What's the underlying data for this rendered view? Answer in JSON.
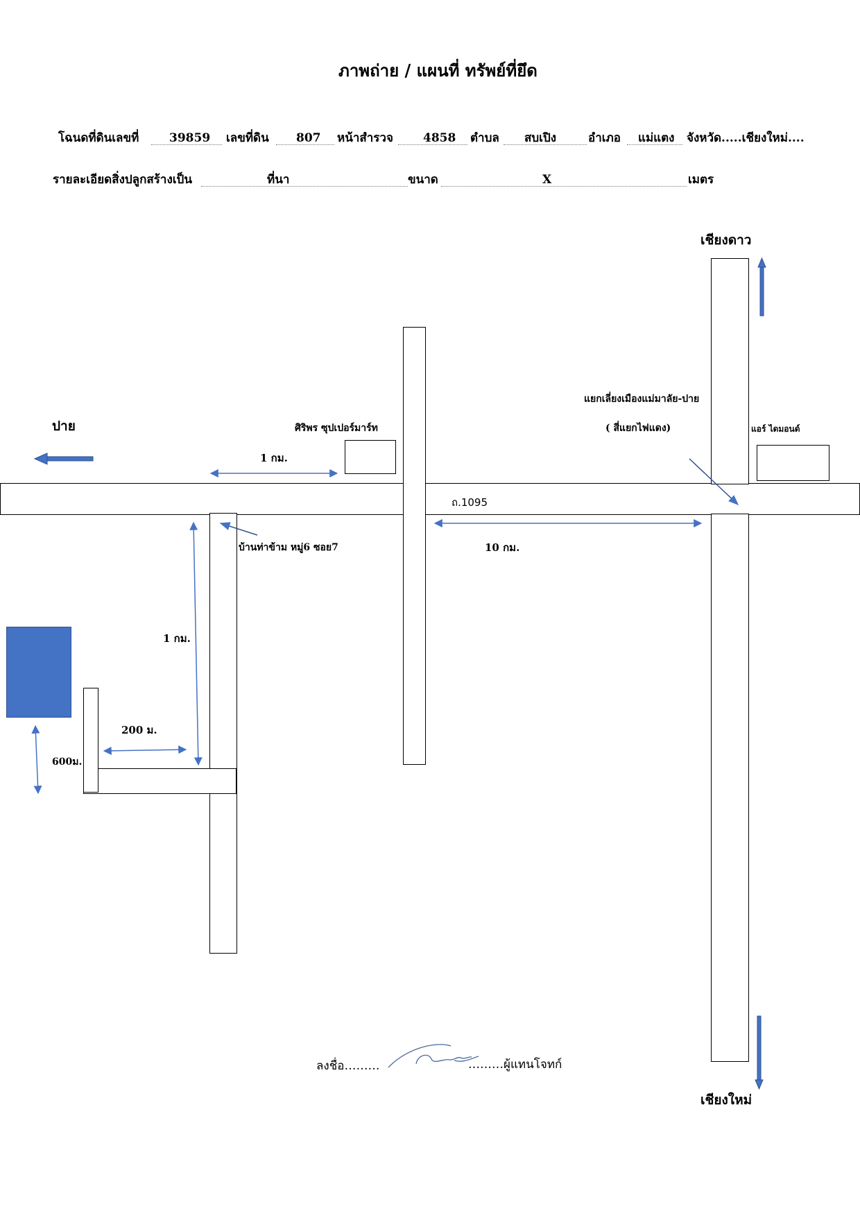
{
  "title": "ภาพถ่าย / แผนที่ ทรัพย์ที่ยึด",
  "deed": {
    "label_deed_no": "โฉนดที่ดินเลขที่",
    "deed_no": "39859",
    "label_land_no": "เลขที่ดิน",
    "land_no": "807",
    "label_survey": "หน้าสำรวจ",
    "survey_no": "4858",
    "label_subdistrict": "ตำบล",
    "subdistrict": "สบเปิง",
    "label_district": "อำเภอ",
    "district": "แม่แตง",
    "province": "จังหวัด.....เชียงใหม่...."
  },
  "details": {
    "label": "รายละเอียดสิ่งปลูกสร้างเป็น",
    "value": "ที่นา",
    "size_label": "ขนาด",
    "size_x": "X",
    "unit": "เมตร"
  },
  "places": {
    "chiang_dao": "เชียงดาว",
    "pai": "ปาย",
    "chiang_mai": "เชียงใหม่",
    "siriporn": "ศิริพร ซุปเปอร์มาร์ท",
    "junction": "แยกเลี่ยงเมืองแม่มาลัย-ปาย",
    "traffic_light": "( สี่แยกไฟแดง)",
    "air_diamond": "แอร์ ไดมอนด์",
    "road_1095": "ถ.1095",
    "village": "บ้านท่าข้าม หมู่6 ซอย7"
  },
  "distances": {
    "d_1km_top": "1 กม.",
    "d_10km": "10 กม.",
    "d_1km_side": "1 กม.",
    "d_200m": "200 ม.",
    "d_600m": "600ม."
  },
  "signature": {
    "left": "ลงชื่อ………",
    "right": "………ผู้แทนโจทก์"
  },
  "colors": {
    "blue_arrow": "#4472c4",
    "plot_fill": "#4472c4"
  }
}
